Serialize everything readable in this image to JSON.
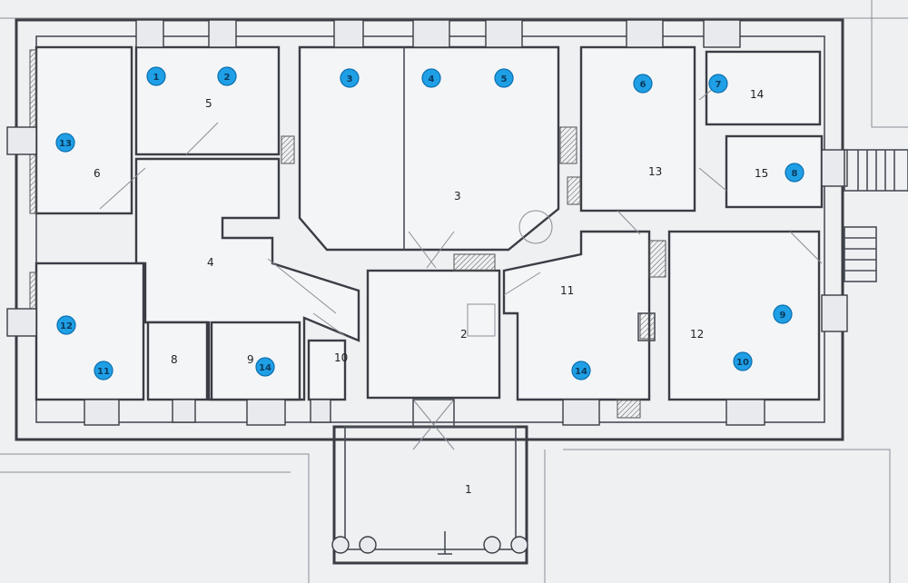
{
  "rooms": [
    {
      "id": "r1",
      "label": "1"
    },
    {
      "id": "r2",
      "label": "2"
    },
    {
      "id": "r3",
      "label": "3"
    },
    {
      "id": "r4",
      "label": "4"
    },
    {
      "id": "r5",
      "label": "5"
    },
    {
      "id": "r6",
      "label": "6"
    },
    {
      "id": "r8",
      "label": "8"
    },
    {
      "id": "r9",
      "label": "9"
    },
    {
      "id": "r10",
      "label": "10"
    },
    {
      "id": "r11",
      "label": "11"
    },
    {
      "id": "r12",
      "label": "12"
    },
    {
      "id": "r13",
      "label": "13"
    },
    {
      "id": "r14",
      "label": "14"
    },
    {
      "id": "r15",
      "label": "15"
    }
  ],
  "markers": [
    {
      "label": "1"
    },
    {
      "label": "2"
    },
    {
      "label": "3"
    },
    {
      "label": "4"
    },
    {
      "label": "5"
    },
    {
      "label": "6"
    },
    {
      "label": "7"
    },
    {
      "label": "8"
    },
    {
      "label": "9"
    },
    {
      "label": "10"
    },
    {
      "label": "11"
    },
    {
      "label": "12"
    },
    {
      "label": "13"
    },
    {
      "label": "14"
    },
    {
      "label": "14"
    }
  ],
  "colors": {
    "marker_fill": "#1f9fe6",
    "wall": "#3a3d44",
    "paper": "#eef0f2"
  }
}
